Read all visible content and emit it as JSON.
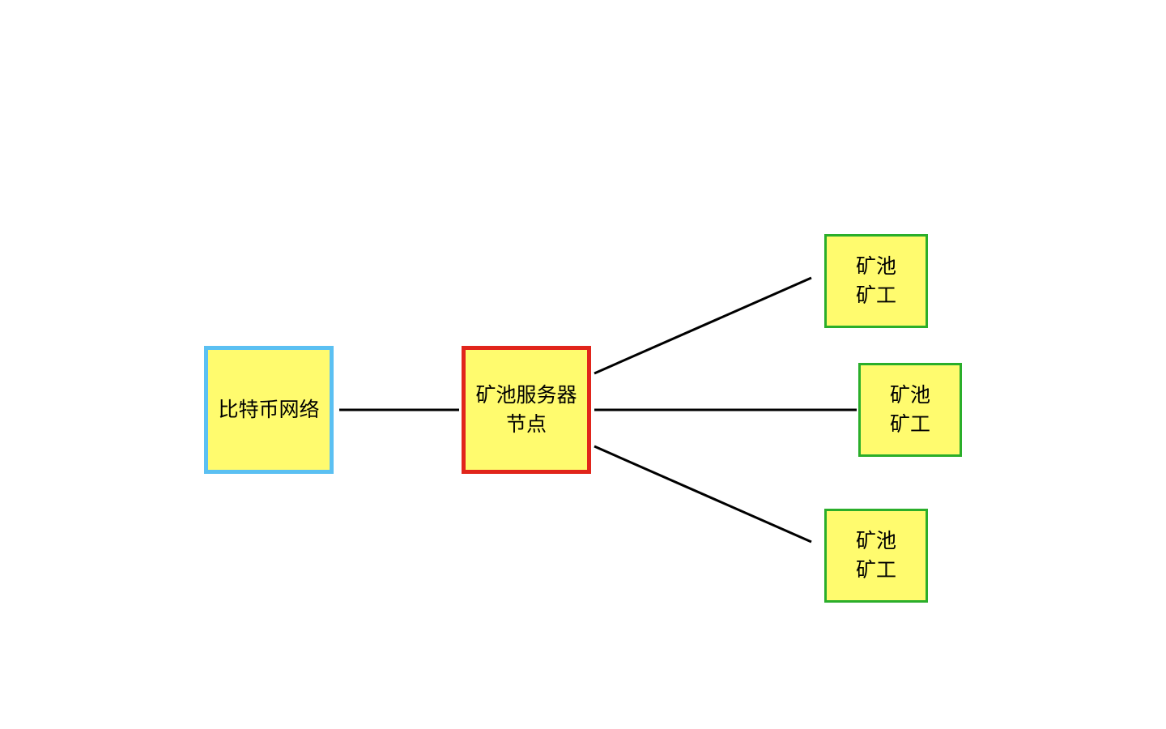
{
  "diagram": {
    "node_fill": "#fffb6e",
    "edge_color": "#000000",
    "nodes": {
      "network": {
        "label": "比特币网络",
        "border_color": "#5bc0f2"
      },
      "server": {
        "label": "矿池服务器\n节点",
        "border_color": "#e1251b"
      },
      "miners": [
        {
          "label": "矿池\n矿工",
          "border_color": "#2aae2a"
        },
        {
          "label": "矿池\n矿工",
          "border_color": "#2aae2a"
        },
        {
          "label": "矿池\n矿工",
          "border_color": "#2aae2a"
        }
      ]
    },
    "edges": [
      {
        "from": "network",
        "to": "server"
      },
      {
        "from": "server",
        "to": "miner-1"
      },
      {
        "from": "server",
        "to": "miner-2"
      },
      {
        "from": "server",
        "to": "miner-3"
      }
    ]
  }
}
